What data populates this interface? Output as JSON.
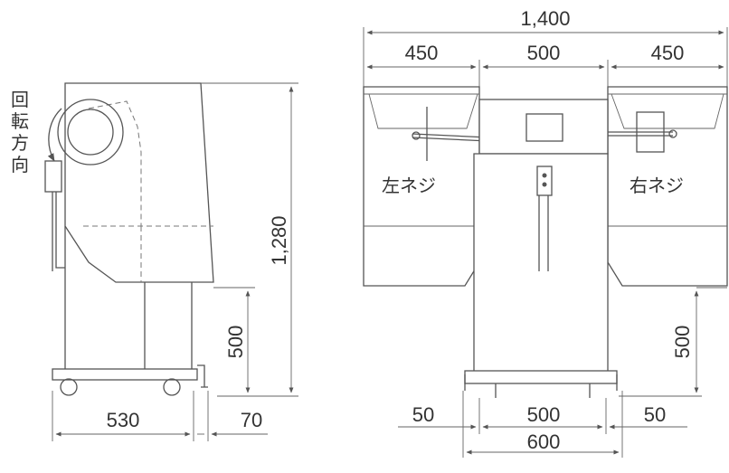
{
  "side_view": {
    "rotation_label": [
      "回",
      "転",
      "方",
      "向"
    ],
    "dim_height_total": "1,280",
    "dim_height_lower": "500",
    "dim_width_base": "530",
    "dim_width_handle": "70"
  },
  "front_view": {
    "dim_total_width": "1,400",
    "dim_left_wing": "450",
    "dim_center": "500",
    "dim_right_wing": "450",
    "label_left_screw": "左ネジ",
    "label_right_screw": "右ネジ",
    "dim_right_height": "500",
    "dim_base_left": "50",
    "dim_base_center": "500",
    "dim_base_right": "50",
    "dim_base_total": "600"
  }
}
